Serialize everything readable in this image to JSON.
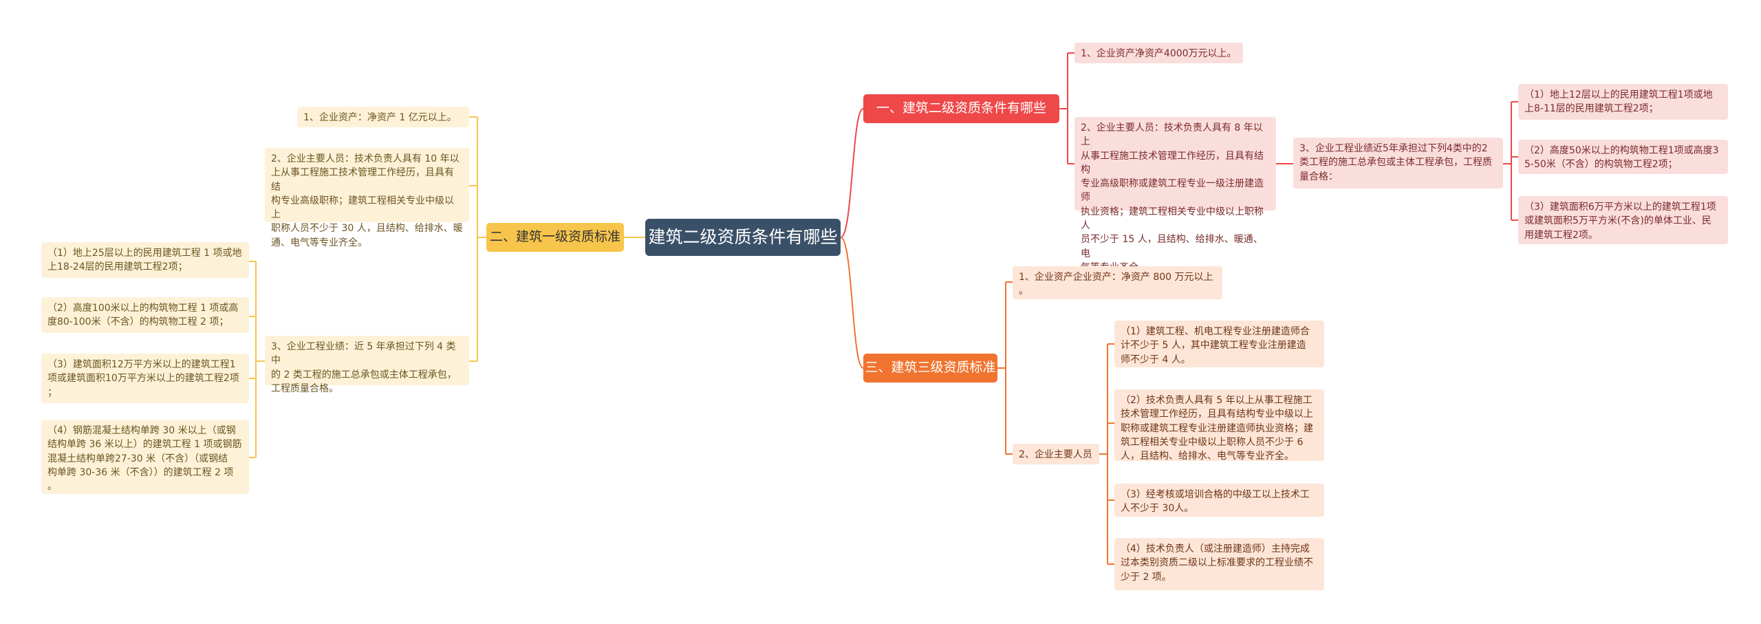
{
  "colors": {
    "root": "#3a5068",
    "branch_red": "#ef4848",
    "branch_orange": "#f0742f",
    "branch_yellow": "#f7c54b",
    "leaf_pink": "#fadedc",
    "leaf_peach": "#fde6d8",
    "leaf_cream": "#fdf2d8"
  },
  "root": {
    "title": "建筑二级资质条件有哪些"
  },
  "branches": {
    "b1": {
      "title": "一、建筑二级资质条件有哪些",
      "leaf1": "1、企业资产净资产4000万元以上。",
      "leaf2": "2、企业主要人员：技术负责人具有 8 年以上\n从事工程施工技术管理工作经历，且具有结构\n专业高级职称或建筑工程专业一级注册建造师\n执业资格；建筑工程相关专业中级以上职称人\n员不少于 15 人，且结构、给排水、暖通、电\n气等专业齐全。",
      "leaf3": "3、企业工程业绩近5年承担过下列4类中的2\n类工程的施工总承包或主体工程承包，工程质\n量合格：",
      "sub1": "（1）地上12层以上的民用建筑工程1项或地\n上8-11层的民用建筑工程2项；",
      "sub2": "（2）高度50米以上的构筑物工程1项或高度3\n5-50米（不含）的构筑物工程2项；",
      "sub3": "（3）建筑面积6万平方米以上的建筑工程1项\n或建筑面积5万平方米(不含)的单体工业、民\n用建筑工程2项。"
    },
    "b2": {
      "title": "二、建筑一级资质标准",
      "leaf1": "1、企业资产：净资产 1 亿元以上。",
      "leaf2": "2、企业主要人员：技术负责人具有 10 年以\n上从事工程施工技术管理工作经历，且具有结\n构专业高级职称；建筑工程相关专业中级以上\n职称人员不少于 30 人，且结构、给排水、暖\n通、电气等专业齐全。",
      "leaf3": "3、企业工程业绩：近 5 年承担过下列 4 类中\n的 2 类工程的施工总承包或主体工程承包，\n工程质量合格。",
      "sub1": "（1）地上25层以上的民用建筑工程 1 项或地\n上18-24层的民用建筑工程2项；",
      "sub2": "（2）高度100米以上的构筑物工程 1 项或高\n度80-100米（不含）的构筑物工程 2 项；",
      "sub3": "（3）建筑面积12万平方米以上的建筑工程1\n项或建筑面积10万平方米以上的建筑工程2项\n；",
      "sub4": "（4）钢筋混凝土结构单跨 30 米以上（或钢\n结构单跨 36 米以上）的建筑工程 1 项或钢筋\n混凝土结构单跨27-30 米（不含）（或钢结\n构单跨 30-36 米（不含））的建筑工程 2 项\n。"
    },
    "b3": {
      "title": "三、建筑三级资质标准",
      "leaf1": "1、企业资产企业资产：净资产 800 万元以上\n。",
      "leaf2": "2、企业主要人员",
      "sub1": "（1）建筑工程、机电工程专业注册建造师合\n计不少于 5 人，其中建筑工程专业注册建造\n师不少于 4 人。",
      "sub2": "（2）技术负责人具有 5 年以上从事工程施工\n技术管理工作经历，且具有结构专业中级以上\n职称或建筑工程专业注册建造师执业资格；建\n筑工程相关专业中级以上职称人员不少于 6\n人，且结构、给排水、电气等专业齐全。",
      "sub3": "（3）经考核或培训合格的中级工以上技术工\n人不少于 30人。",
      "sub4": "（4）技术负责人（或注册建造师）主持完成\n过本类别资质二级以上标准要求的工程业绩不\n少于 2 项。"
    }
  }
}
